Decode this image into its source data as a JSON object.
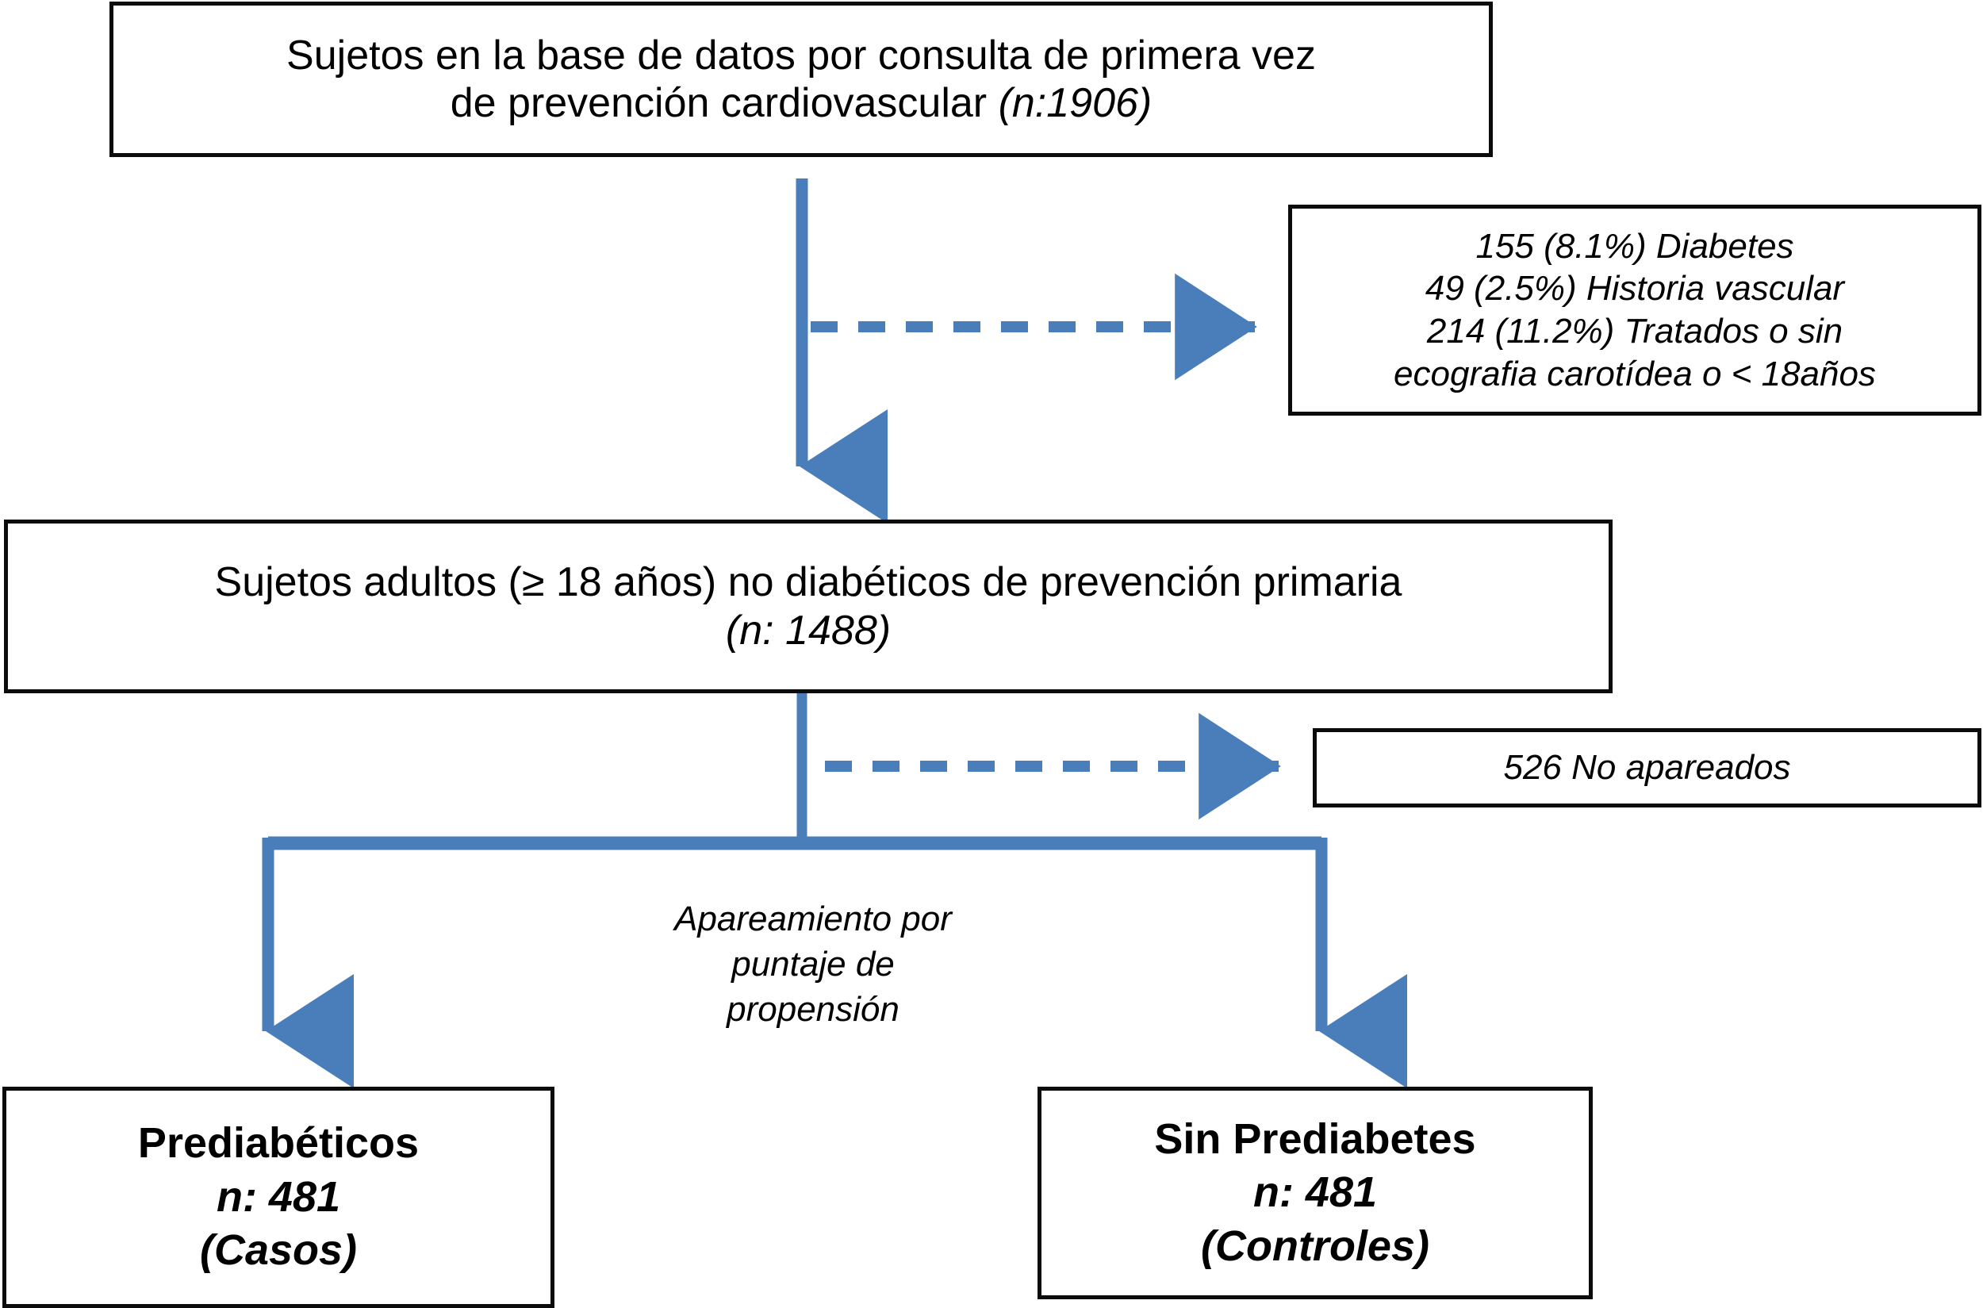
{
  "diagram": {
    "title": "Diagrama de flujo de seleccion de sujetos",
    "accent_color": "#4a7ebb",
    "border_color": "#0b0b0b",
    "background_color": "#ffffff"
  },
  "boxes": {
    "source": {
      "line1": "Sujetos en la base de datos por consulta de primera vez",
      "line2_plain": "de prevención cardiovascular ",
      "line2_italic": "(n:1906)"
    },
    "excluded": {
      "line1": "155 (8.1%) Diabetes",
      "line2": "49 (2.5%) Historia vascular",
      "line3": "214 (11.2%) Tratados o sin",
      "line4": "ecografia carotídea o < 18años"
    },
    "adults": {
      "line1": "Sujetos adultos (≥ 18 años) no diabéticos de prevención primaria",
      "line2_italic": "(n: 1488)"
    },
    "unmatched": {
      "line1": "526 No apareados"
    },
    "cases": {
      "line1": "Prediabéticos",
      "line2": "n: 481",
      "line3": "(Casos)"
    },
    "controls": {
      "line1": "Sin Prediabetes",
      "line2": "n: 481",
      "line3": "(Controles)"
    }
  },
  "annotations": {
    "matching_note": {
      "line1": "Apareamiento por",
      "line2": "puntaje de",
      "line3": "propensión"
    }
  },
  "connectors": [
    {
      "name": "source-to-adults-arrow",
      "style": "solid",
      "direction": "down"
    },
    {
      "name": "exclusion-dashed-arrow",
      "style": "dashed",
      "direction": "right"
    },
    {
      "name": "unmatched-dashed-arrow",
      "style": "dashed",
      "direction": "right"
    },
    {
      "name": "split-to-cases-arrow",
      "style": "solid",
      "direction": "down-left"
    },
    {
      "name": "split-to-controls-arrow",
      "style": "solid",
      "direction": "down-right"
    }
  ]
}
